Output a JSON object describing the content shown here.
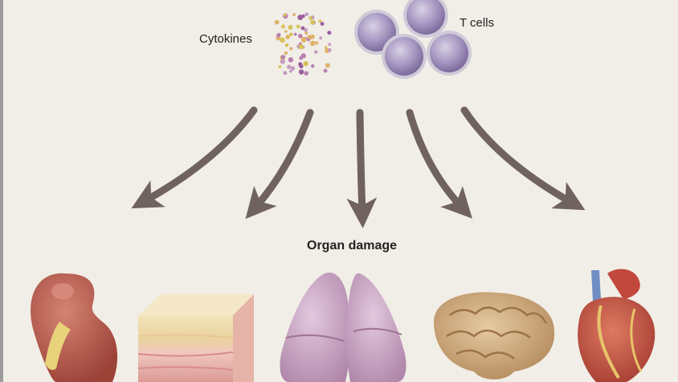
{
  "labels": {
    "cytokines": "Cytokines",
    "t_cells": "T cells",
    "organ_damage": "Organ damage"
  },
  "colors": {
    "background": "#f1eee7",
    "arrow": "#6f6260",
    "t_cell_fill": "#a89ac2",
    "t_cell_ring": "#c8c3d3",
    "kidney": "#b5564a",
    "skin_top": "#ebdcb0",
    "skin_bottom": "#e3a9a4",
    "lung": "#c8a2c0",
    "brain": "#c9a57a",
    "heart": "#c2473c"
  },
  "organs": [
    "kidney-icon",
    "skin-block-icon",
    "lungs-icon",
    "brain-icon",
    "heart-icon"
  ]
}
